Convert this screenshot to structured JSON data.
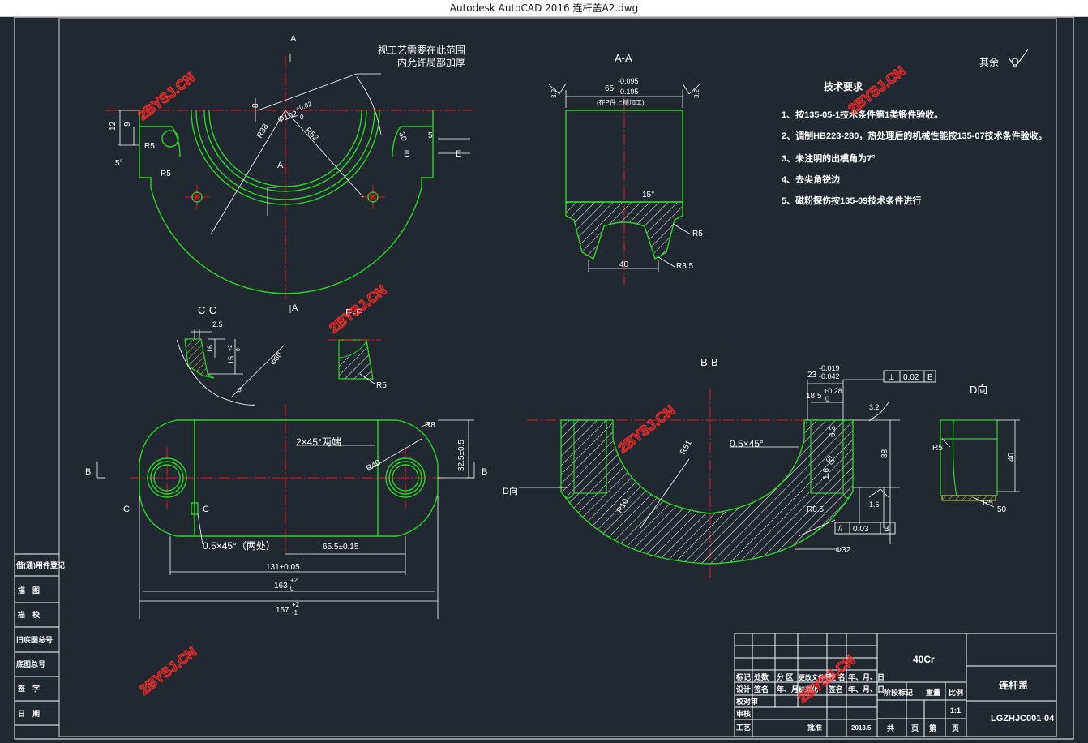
{
  "window": {
    "title": "Autodesk AutoCAD 2016     连杆盖A2.dwg"
  },
  "watermark": "2BYSJ.CN",
  "colors": {
    "background": "#212830",
    "geometry": "#2bd42b",
    "centerline": "#e51c1c",
    "dimension": "#ffffff",
    "hatch": "#d8d84a"
  },
  "views": {
    "section_aa": "A-A",
    "section_bb": "B-B",
    "section_cc": "C-C",
    "section_ee": "E-E",
    "view_d": "D向",
    "view_d_arrow": "D向",
    "marker_a": "A",
    "marker_b": "B",
    "marker_c": "C",
    "marker_e": "E"
  },
  "notes": {
    "process_line1": "视工艺需要在此范围",
    "process_line2": "内允许局部加厚",
    "remaining_roughness": "其余",
    "chamfer_both_ends": "2×45°两端",
    "chamfer_both_sides": "0.5×45°（两处）",
    "chamfer_bb": "0.5×45°"
  },
  "tech_requirements": {
    "title": "技术要求",
    "items": [
      "1、按135-05-1技术条件第1类锻件验收。",
      "2、调制HB223-280，热处理后的机械性能按135-07技术条件验收。",
      "3、未注明的出模角为7°",
      "4、去尖角锐边",
      "5、磁粉探伤按135-09技术条件进行"
    ]
  },
  "dimensions": {
    "top": {
      "r38": "R38",
      "r52": "R52",
      "d102": "Φ102",
      "d102_up": "+0.02",
      "d102_lo": "0",
      "r5a": "R5",
      "r5b": "R5",
      "v12": "12",
      "v9": "9",
      "v8": "8",
      "angle5": "5°",
      "v30": "30",
      "v5": "5"
    },
    "aa": {
      "w65": "65",
      "w65_up": "-0.095",
      "w65_lo": "-0.195",
      "w65_note": "(在P件上精加工)",
      "rough": "3.2",
      "angle15": "15°",
      "r5": "R5",
      "w40": "40",
      "r35": "R3.5"
    },
    "cc": {
      "v25": "2.5",
      "v16": "16",
      "v15": "15",
      "v15_up": "+2",
      "v15_lo": "0",
      "d80": "Φ80",
      "v6": "6"
    },
    "ee": {
      "r5": "R5"
    },
    "plan": {
      "r8": "R8",
      "r40": "R40",
      "v325": "32.5±0.5",
      "v655": "65.5±0.15",
      "v131": "131±0.05",
      "v163": "163",
      "v163_up": "+2",
      "v163_lo": "0",
      "v167": "167",
      "v167_up": "+2",
      "v167_lo": "-1"
    },
    "bb": {
      "r51": "R51",
      "r10": "R10",
      "v23": "23",
      "v23_up": "-0.019",
      "v23_lo": "-0.042",
      "v185": "18.5",
      "v185_up": "+0.28",
      "v185_lo": "0",
      "tol1_sym": "⊥",
      "tol1_val": "0.02",
      "tol1_ref": "B",
      "v63": "6.3",
      "v50": "50",
      "v16": "1.6",
      "v88": "88",
      "r05": "R0.5",
      "rough32": "3.2",
      "rough16": "1.6",
      "tol2_sym": "//",
      "tol2_val": "0.03",
      "tol2_ref": "B",
      "d32": "Φ32"
    },
    "d": {
      "r5a": "R5",
      "r5b": "R5",
      "v40": "40",
      "v50": "50"
    }
  },
  "left_strip": [
    "借(通)用件登记",
    "描　图",
    "描　校",
    "旧底图总号",
    "底图总号",
    "签　字",
    "日　期"
  ],
  "title_block": {
    "material": "40Cr",
    "part_name": "连杆盖",
    "drawing_no": "LGZHJC001-04",
    "headers": [
      "标记",
      "处数",
      "分 区",
      "更改文件号",
      "签 名",
      "年、月、日"
    ],
    "row_design": [
      "设计",
      "签名",
      "年、月、日",
      "标准化",
      "签名",
      "年、月、日"
    ],
    "row_labels": [
      "校对审",
      "审核",
      "工艺"
    ],
    "approve": "批准",
    "date": "2013.5",
    "stage": "阶段标记",
    "weight": "重量",
    "scale_label": "比例",
    "scale": "1:1",
    "total": "共",
    "sheet": "页",
    "sheet_no": "第",
    "page": "页"
  }
}
